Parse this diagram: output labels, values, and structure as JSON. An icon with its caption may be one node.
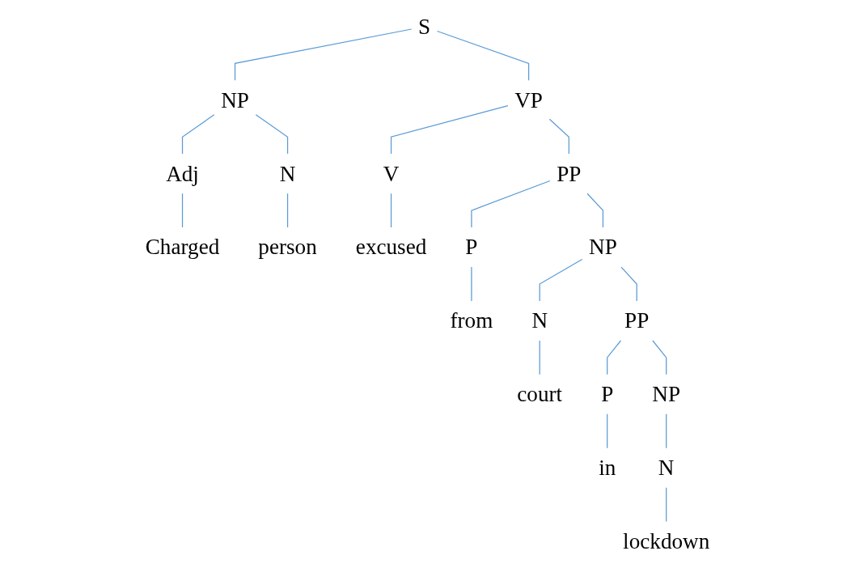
{
  "diagram": {
    "nodes": [
      {
        "text": [
          "S"
        ]
      },
      {
        "text": [
          "NP"
        ]
      },
      {
        "text": [
          "VP"
        ]
      },
      {
        "text": [
          "Adj"
        ]
      },
      {
        "text": [
          "N"
        ]
      },
      {
        "text": [
          "V"
        ]
      },
      {
        "text": [
          "PP"
        ]
      },
      {
        "text": [
          "Charged"
        ]
      },
      {
        "text": [
          "person"
        ]
      },
      {
        "text": [
          "excused"
        ]
      },
      {
        "text": [
          "P"
        ]
      },
      {
        "text": [
          "NP"
        ]
      },
      {
        "text": [
          "from"
        ]
      },
      {
        "text": [
          "N"
        ]
      },
      {
        "text": [
          "PP"
        ]
      },
      {
        "text": [
          "court"
        ]
      },
      {
        "text": [
          "P"
        ]
      },
      {
        "text": [
          "NP"
        ]
      },
      {
        "text": [
          "in"
        ]
      },
      {
        "text": [
          "N"
        ]
      },
      {
        "text": [
          "lockdown"
        ]
      }
    ],
    "edges": [
      {
        "from": 0,
        "to": 1,
        "arrow": "none"
      },
      {
        "from": 0,
        "to": 2,
        "arrow": "none"
      },
      {
        "from": 1,
        "to": 3,
        "arrow": "none"
      },
      {
        "from": 1,
        "to": 4,
        "arrow": "none"
      },
      {
        "from": 2,
        "to": 5,
        "arrow": "none"
      },
      {
        "from": 2,
        "to": 6,
        "arrow": "none"
      },
      {
        "from": 3,
        "to": 7,
        "arrow": "none"
      },
      {
        "from": 4,
        "to": 8,
        "arrow": "none"
      },
      {
        "from": 5,
        "to": 9,
        "arrow": "none"
      },
      {
        "from": 6,
        "to": 10,
        "arrow": "none"
      },
      {
        "from": 6,
        "to": 11,
        "arrow": "none"
      },
      {
        "from": 10,
        "to": 12,
        "arrow": "none"
      },
      {
        "from": 11,
        "to": 13,
        "arrow": "none"
      },
      {
        "from": 11,
        "to": 14,
        "arrow": "none"
      },
      {
        "from": 13,
        "to": 15,
        "arrow": "none"
      },
      {
        "from": 14,
        "to": 16,
        "arrow": "none"
      },
      {
        "from": 14,
        "to": 17,
        "arrow": "none"
      },
      {
        "from": 16,
        "to": 18,
        "arrow": "none"
      },
      {
        "from": 17,
        "to": 19,
        "arrow": "none"
      },
      {
        "from": 19,
        "to": 20,
        "arrow": "none"
      }
    ]
  }
}
